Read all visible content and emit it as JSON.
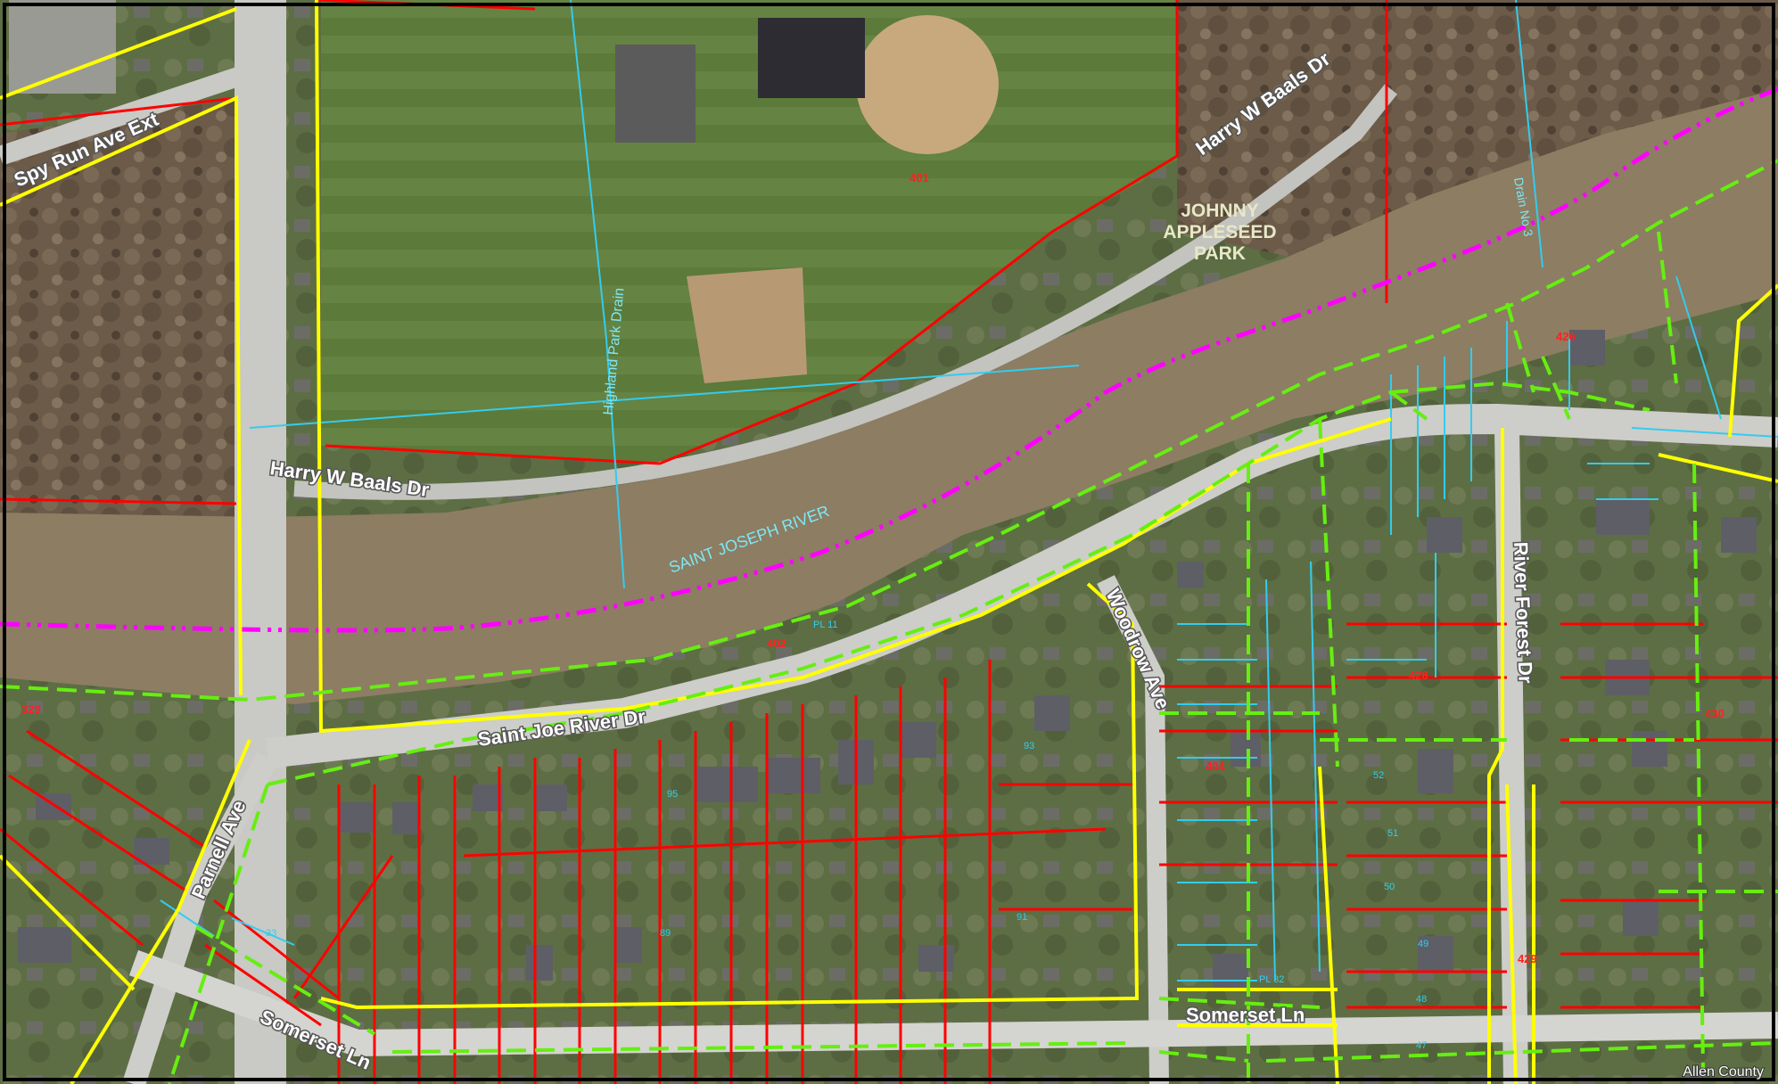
{
  "map": {
    "attribution": "Allen County",
    "colors": {
      "river": "#8c7d63",
      "road": "#c9c9c5",
      "river_centerline": "#ff00ff",
      "parcel_red": "#ff0000",
      "zoning_yellow": "#ffff00",
      "zoning_green": "#66ee11",
      "lot_cyan": "#33ccee",
      "grass": "#5f7a3e",
      "woods": "#5a4a3a",
      "label_halo": "#555555"
    },
    "streets": {
      "spy_run": "Spy Run Ave Ext",
      "baals_north": "Harry W Baals Dr",
      "baals_south": "Harry W Baals Dr",
      "saint_joe": "Saint Joe River Dr",
      "parnell": "Parnell Ave",
      "woodrow": "Woodrow Ave",
      "river_forest": "River Forest Dr",
      "somerset_west": "Somerset Ln",
      "somerset_east": "Somerset Ln"
    },
    "features": {
      "river": "SAINT JOSEPH RIVER",
      "drain": "Highland Park Drain",
      "park_line1": "JOHNNY",
      "park_line2": "APPLESEED",
      "park_line3": "PARK",
      "ditch": "Drain No 3"
    },
    "district_numbers": {
      "d401": "401",
      "d402": "402",
      "d404": "404",
      "d426": "426",
      "d428": "428",
      "d429": "429",
      "d430": "430",
      "d329": "329"
    },
    "lot_numbers": {
      "l52": "52",
      "l51": "51",
      "l50": "50",
      "l49": "49",
      "l48": "48",
      "l47": "47",
      "l33": "33",
      "l93": "93",
      "l95": "95",
      "l91": "91",
      "l89": "89",
      "pl11": "PL 11",
      "pl32": "PL 32"
    }
  }
}
